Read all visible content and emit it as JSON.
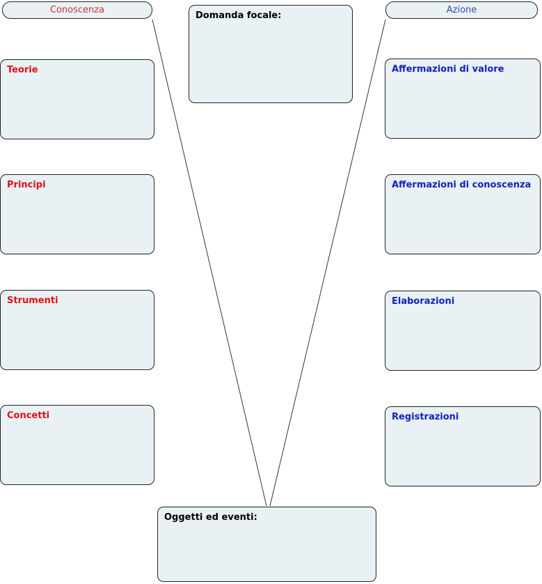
{
  "headers": {
    "left": {
      "label": "Conoscenza",
      "color": "#c23535"
    },
    "right": {
      "label": "Azione",
      "color": "#3a49ae"
    }
  },
  "focal_question": {
    "label": "Domanda focale:",
    "value": ""
  },
  "objects_events": {
    "label": "Oggetti ed eventi:",
    "value": ""
  },
  "knowledge_side": {
    "title_color": "#dd1111",
    "boxes": [
      {
        "label": "Teorie",
        "value": ""
      },
      {
        "label": "Principi",
        "value": ""
      },
      {
        "label": "Strumenti",
        "value": ""
      },
      {
        "label": "Concetti",
        "value": ""
      }
    ]
  },
  "action_side": {
    "title_color": "#1122bb",
    "boxes": [
      {
        "label": "Affermazioni di valore",
        "value": ""
      },
      {
        "label": "Affermazioni di conoscenza",
        "value": ""
      },
      {
        "label": "Elaborazioni",
        "value": ""
      },
      {
        "label": "Registrazioni",
        "value": ""
      }
    ]
  },
  "colors": {
    "box_fill": "#e9f1f5",
    "box_border": "#222222",
    "connector_line": "#333333",
    "background": "#ffffff"
  }
}
